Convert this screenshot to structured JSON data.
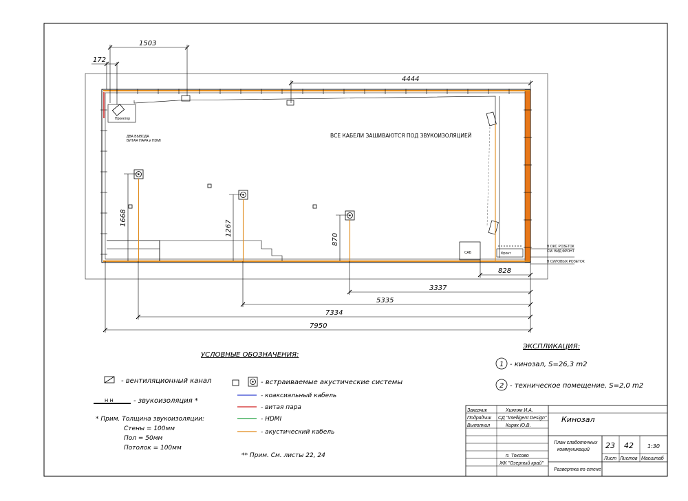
{
  "plan": {
    "room_note": "ВСЕ КАБЕЛИ ЗАШИВАЮТСЯ ПОД ЗВУКОИЗОЛЯЦИЕЙ",
    "projector_label": "Проектор",
    "outlet_note_line1": "ДВА ВЫВОДА",
    "outlet_note_line2": "ВИТАЯ ПАРА и HDMI",
    "cab_label": "САБ",
    "front_label": "Фронт",
    "right_note_1": "В ОКС РОЗЕТОК",
    "right_note_2": "СМ. ВИД ФРОНТ",
    "right_note_3": "В СИЛОВЫХ РОЗЕТОК",
    "dimensions": {
      "d172": "172",
      "d1503": "1503",
      "d4444": "4444",
      "d1668": "1668",
      "d1267": "1267",
      "d870": "870",
      "d828": "828",
      "d3337": "3337",
      "d5335": "5335",
      "d7334": "7334",
      "d7950": "7950"
    }
  },
  "legend": {
    "title": "УСЛОВНЫЕ ОБОЗНАЧЕНИЯ:",
    "vent": "- вентиляционный канал",
    "sound_iso_symbol": "Н Н",
    "sound_iso": "- звукоизоляция *",
    "speakers": "- встраиваемые акустические системы",
    "coax": "- коаксиальный кабель",
    "twisted": "- витая пара",
    "hdmi": "- HDMI",
    "acoustic": "- акустический кабель",
    "note_title": "* Прим. Толщина звукоизоляции:",
    "note_walls": "Стены = 100мм",
    "note_floor": "Пол = 50мм",
    "note_ceiling": "Потолок = 100мм",
    "note2": "** Прим. См. листы 22, 24",
    "colors": {
      "coax": "#3040d0",
      "twisted": "#d02020",
      "hdmi": "#20a040",
      "acoustic": "#e08a1a"
    }
  },
  "explication": {
    "title": "ЭКСПЛИКАЦИЯ:",
    "item1_num": "1",
    "item1": "- кинозал, S=26,3 m2",
    "item2_num": "2",
    "item2": "- техническое помещение, S=2,0 m2"
  },
  "title_block": {
    "r1_label": "Заказчик",
    "r1_value": "Хижняк И.А.",
    "r2_label": "Подрядчик",
    "r2_value": "СД \"Intelligent Design\"",
    "r3_label": "Выполнил",
    "r3_value": "Киряк Ю.В.",
    "project": "Кинозал",
    "sheet_title": "План слаботочных коммуникаций",
    "sheet_title_l1": "План слаботочных",
    "sheet_title_l2": "коммуникаций",
    "sheet_no": "23",
    "sheets_total": "42",
    "scale": "1:30",
    "h_sheet": "Лист",
    "h_sheets": "Листов",
    "h_scale": "Масштаб",
    "location": "п. Токсово",
    "complex": "ЖК \"Озерный край\"",
    "view": "Развертка по стене"
  }
}
